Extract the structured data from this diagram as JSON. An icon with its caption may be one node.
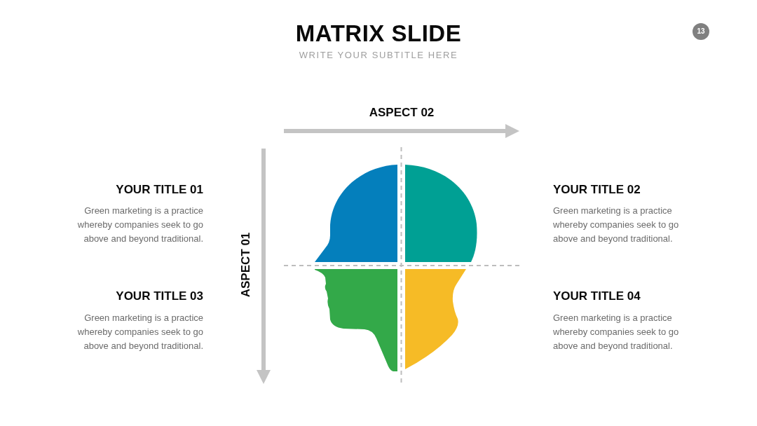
{
  "diagram": {
    "title": "MATRIX SLIDE",
    "labels": [
      "WRITE YOUR SUBTITLE HERE",
      "13",
      "ASPECT 02",
      "YOUR TITLE 01",
      "Green marketing is a practice whereby companies seek to go above and beyond traditional.",
      "YOUR TITLE 02",
      "Green marketing is a practice whereby companies seek to go above and beyond traditional.",
      "ASPECT 01",
      "YOUR TITLE 03",
      "Green marketing is a practice whereby companies seek to go above and beyond traditional.",
      "YOUR TITLE 04",
      "Green marketing is a practice whereby companies seek to go above and beyond traditional."
    ]
  }
}
